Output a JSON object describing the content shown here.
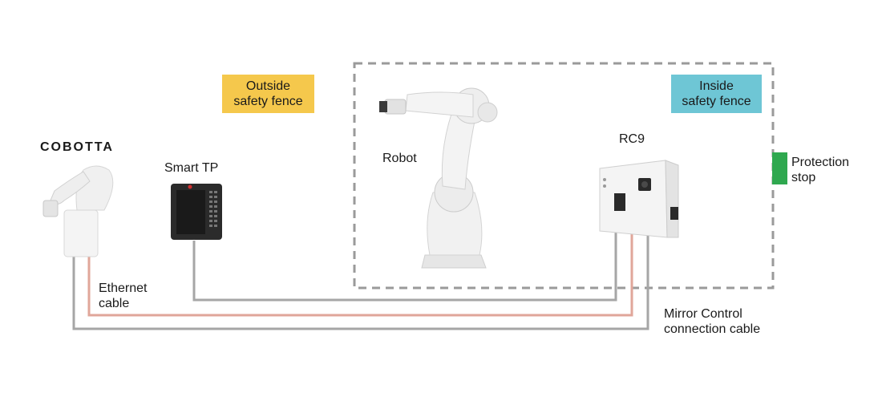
{
  "zones": {
    "outside": {
      "line1": "Outside",
      "line2": "safety fence",
      "color": "#f5c84c"
    },
    "inside": {
      "line1": "Inside",
      "line2": "safety fence",
      "color": "#6ec6d5"
    }
  },
  "devices": {
    "cobotta": {
      "logo": "COBOTTA"
    },
    "smart_tp": {
      "label": "Smart TP"
    },
    "robot": {
      "label": "Robot"
    },
    "rc9": {
      "label": "RC9"
    }
  },
  "protection_stop": {
    "line1": "Protection",
    "line2": "stop",
    "color": "#2fa84f"
  },
  "cables": {
    "ethernet": {
      "line1": "Ethernet",
      "line2": "cable",
      "color": "#e0a69a"
    },
    "mirror_control": {
      "line1": "Mirror Control",
      "line2": "connection cable",
      "color": "#a6a6a6"
    }
  },
  "fence_color": "#9a9a9a"
}
